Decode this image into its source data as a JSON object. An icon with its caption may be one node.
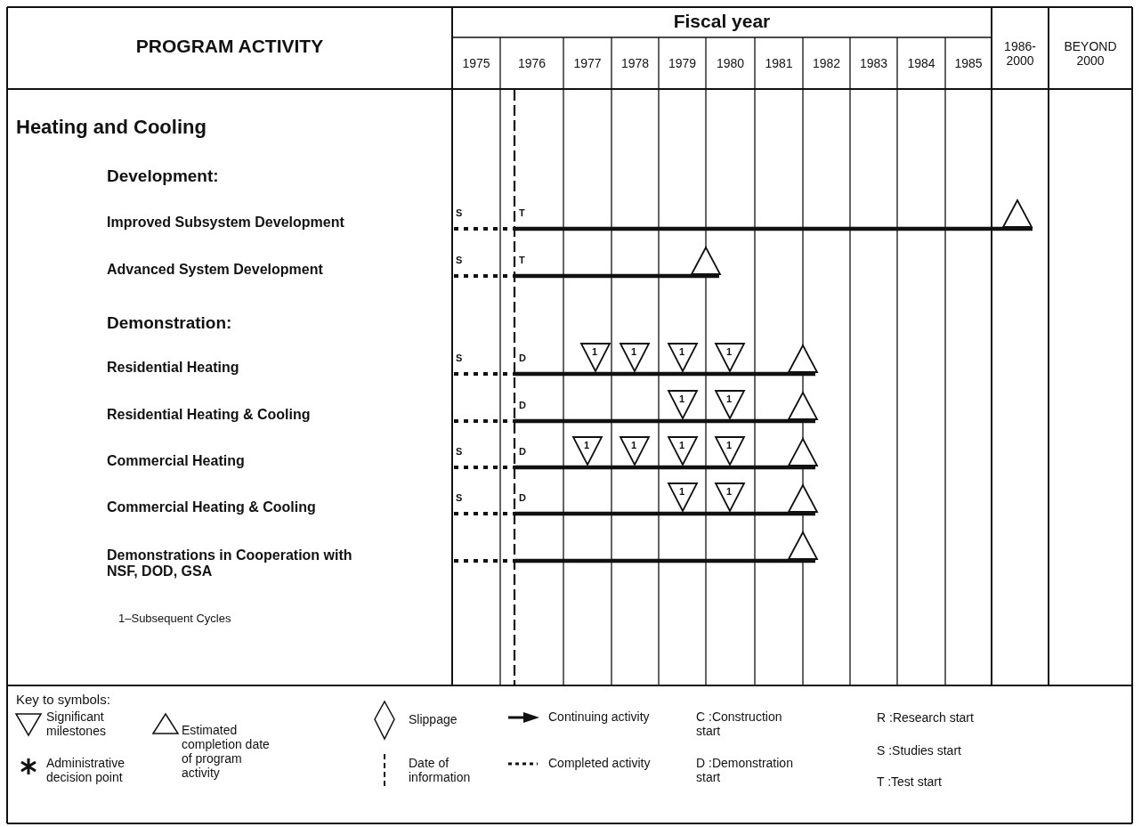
{
  "diagram": {
    "labels": [
      "PROGRAM ACTIVITY",
      "Fiscal year",
      "1986- 2000",
      "BEYOND 2000",
      "1975",
      "1976",
      "1977",
      "1978",
      "1979",
      "1980",
      "1981",
      "1982",
      "1983",
      "1984",
      "1985",
      "Heating and Cooling",
      "Development:",
      "Improved Subsystem Development",
      "S",
      "T",
      "Advanced System Development",
      "S",
      "T",
      "Demonstration:",
      "Residential Heating",
      "S",
      "D",
      "1",
      "1",
      "1",
      "1",
      "Residential Heating & Cooling",
      "D",
      "1",
      "1",
      "Commercial Heating",
      "S",
      "D",
      "1",
      "1",
      "1",
      "1",
      "Commercial Heating & Cooling",
      "S",
      "D",
      "1",
      "1",
      "Demonstrations in Cooperation with NSF, DOD, GSA",
      "1–Subsequent Cycles",
      "Key to symbols:",
      "C :Construction start",
      "D :Demonstration start",
      "R :Research start",
      "S :Studies start",
      "T :Test start"
    ],
    "legend": [
      {
        "text": "Significant milestones"
      },
      {
        "text": "Administrative decision point"
      },
      {
        "text": "Estimated completion date of program activity"
      },
      {
        "text": "Slippage"
      },
      {
        "text": "Date of information"
      },
      {
        "text": "Continuing activity"
      },
      {
        "text": "Completed activity"
      }
    ]
  }
}
